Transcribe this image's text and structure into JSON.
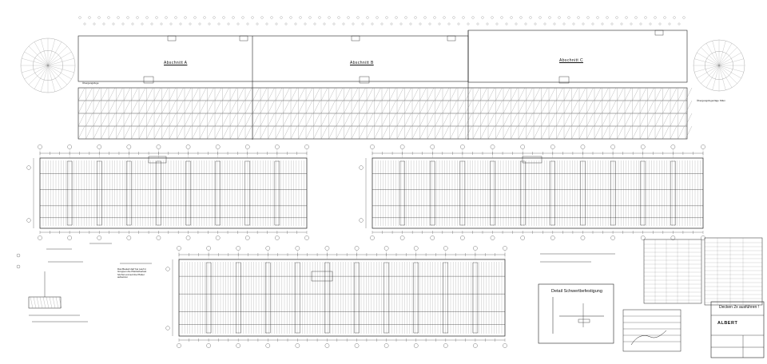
{
  "drawing": {
    "sections": [
      {
        "id": "A",
        "label": "Abschnitt A"
      },
      {
        "id": "B",
        "label": "Abschnitt B"
      },
      {
        "id": "C",
        "label": "Abschnitt C"
      }
    ],
    "detail_title": "Detail   Schwertbefestigung",
    "instruction_note": "Decken 2x ausführen !",
    "title_block_company": "ALBERT",
    "left_note": "Übergangsfuge",
    "right_note": "Übergangsfugenläge hilfen",
    "lower_note": "Das Bauteil darf bei Lauf in Gruppen die Platzsüberlast höchst und auf die Pfeiler aufsetzen",
    "colors": {
      "line": "#222222",
      "light_line": "#777777",
      "paper": "#ffffff"
    }
  }
}
